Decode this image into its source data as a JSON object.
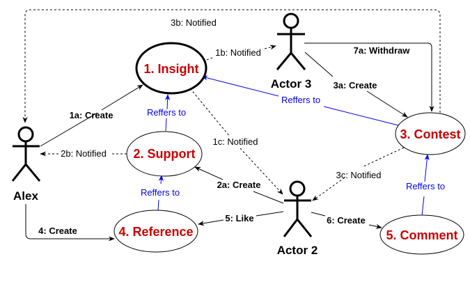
{
  "diagram": {
    "nodes": {
      "insight": {
        "label": "1. Insight"
      },
      "support": {
        "label": "2. Support"
      },
      "contest": {
        "label": "3. Contest"
      },
      "reference": {
        "label": "4. Reference"
      },
      "comment": {
        "label": "5. Comment"
      }
    },
    "actors": {
      "alex": {
        "label": "Alex"
      },
      "actor2": {
        "label": "Actor 2"
      },
      "actor3": {
        "label": "Actor 3"
      }
    },
    "edges": {
      "e1a": {
        "label": "1a: Create",
        "from": "Alex",
        "to": "1. Insight"
      },
      "e1b": {
        "label": "1b: Notified",
        "from": "1. Insight",
        "to": "Actor 3"
      },
      "e1c": {
        "label": "1c: Notified",
        "from": "1. Insight",
        "to": "Actor 2"
      },
      "e2a": {
        "label": "2a: Create",
        "from": "Actor 2",
        "to": "2. Support"
      },
      "e2b": {
        "label": "2b: Notified",
        "from": "2. Support",
        "to": "Alex"
      },
      "e3a": {
        "label": "3a: Create",
        "from": "Actor 3",
        "to": "3. Contest"
      },
      "e3b": {
        "label": "3b: Notified",
        "from": "3. Contest",
        "to": "Alex"
      },
      "e3c": {
        "label": "3c: Notified",
        "from": "3. Contest",
        "to": "Actor 2"
      },
      "e4": {
        "label": "4: Create",
        "from": "Alex",
        "to": "4. Reference"
      },
      "e5": {
        "label": "5: Like",
        "from": "Actor 2",
        "to": "4. Reference"
      },
      "e6": {
        "label": "6: Create",
        "from": "Actor 2",
        "to": "5. Comment"
      },
      "e7a": {
        "label": "7a: Withdraw",
        "from": "Actor 3",
        "to": "3. Contest"
      },
      "ref_support_insight": {
        "label": "Reffers to",
        "from": "2. Support",
        "to": "1. Insight"
      },
      "ref_contest_insight": {
        "label": "Reffers to",
        "from": "3. Contest",
        "to": "1. Insight"
      },
      "ref_reference_support": {
        "label": "Reffers to",
        "from": "4. Reference",
        "to": "2. Support"
      },
      "ref_comment_contest": {
        "label": "Reffers to",
        "from": "5. Comment",
        "to": "3. Contest"
      }
    },
    "colors": {
      "node_text": "#cc0000",
      "refers_edge": "#0000ee",
      "edge": "#000000"
    }
  }
}
